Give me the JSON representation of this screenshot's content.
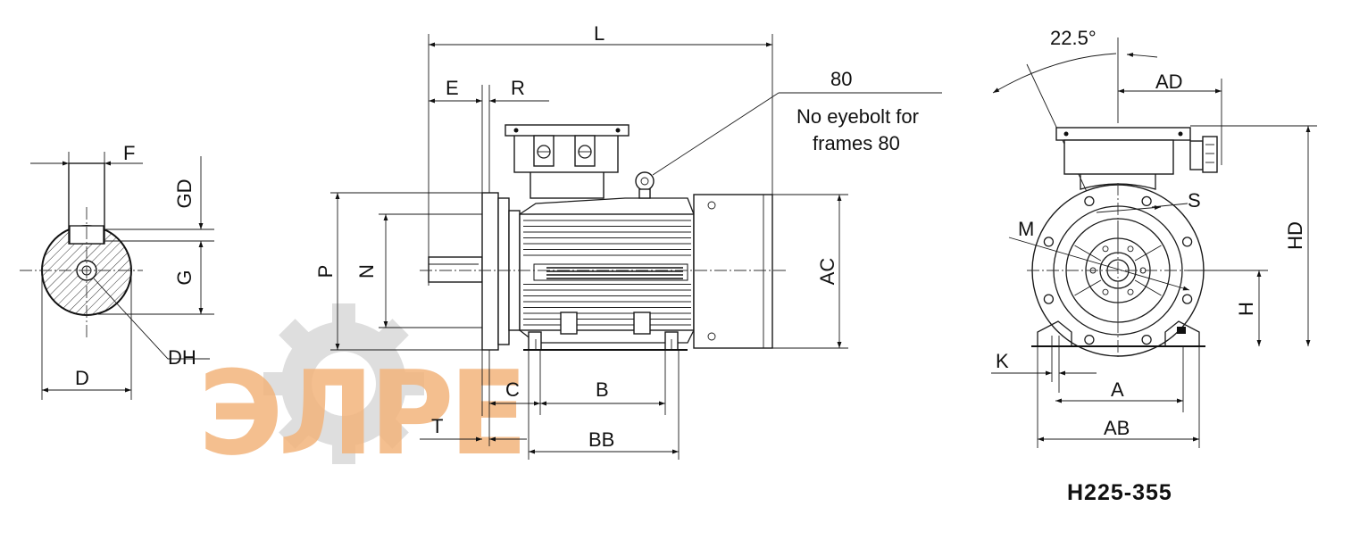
{
  "labels": {
    "F": "F",
    "GD": "GD",
    "G": "G",
    "DH": "DH",
    "D": "D",
    "L": "L",
    "E": "E",
    "R": "R",
    "P": "P",
    "N": "N",
    "AC": "AC",
    "C": "C",
    "B": "B",
    "T": "T",
    "BB": "BB",
    "angle": "22.5°",
    "AD": "AD",
    "S": "S",
    "M": "M",
    "HD": "HD",
    "H": "H",
    "K": "K",
    "A": "A",
    "AB": "AB"
  },
  "note": {
    "number": "80",
    "line1": "No eyebolt for",
    "line2": "frames 80"
  },
  "frame_range": "H225-355",
  "watermark": {
    "text": "ЭЛРЕ",
    "color_letters": "#f3b47c",
    "color_gear": "#d6d6d6"
  }
}
